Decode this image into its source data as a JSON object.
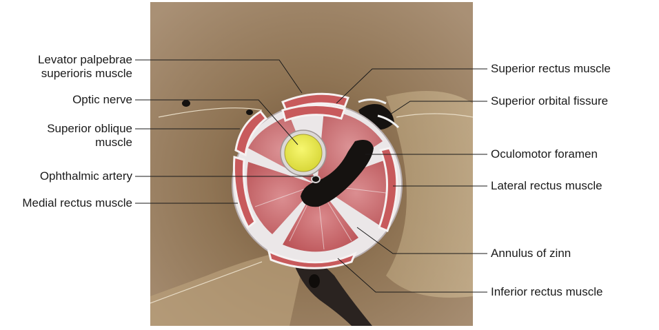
{
  "labels": {
    "levator": [
      "Levator palpebrae",
      "superioris muscle"
    ],
    "optic_nerve": "Optic nerve",
    "superior_oblique": [
      "Superior oblique",
      "muscle"
    ],
    "ophthalmic_artery": "Ophthalmic artery",
    "medial_rectus": "Medial rectus muscle",
    "superior_rectus": "Superior rectus muscle",
    "superior_orbital_fissure": "Superior orbital fissure",
    "oculomotor_foramen": "Oculomotor foramen",
    "lateral_rectus": "Lateral rectus muscle",
    "annulus": "Annulus of zinn",
    "inferior_rectus": "Inferior rectus muscle"
  },
  "colors": {
    "bone_background": "#8a6e4e",
    "muscle_red": "#c85a5c",
    "tendon_white": "#ece9ea",
    "nerve_yellow": "#ecec4a",
    "foramen_black": "#151210"
  }
}
